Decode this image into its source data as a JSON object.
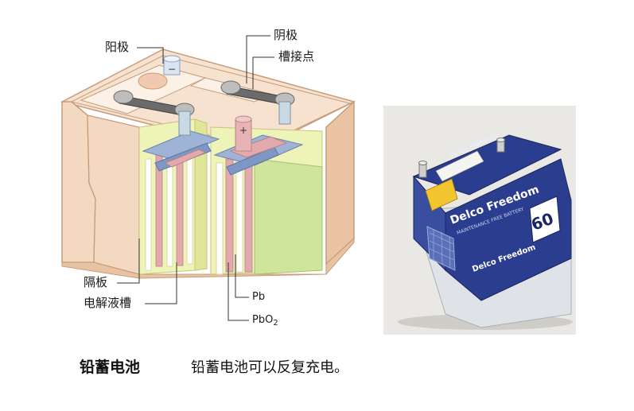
{
  "diagram": {
    "labels": {
      "anode": "阳极",
      "cathode": "阴极",
      "terminal": "槽接点",
      "separator": "隔板",
      "electrolyte_tank": "电解液槽",
      "pb": "Pb",
      "pbo2_base": "PbO",
      "pbo2_sub": "2"
    },
    "cell_symbols": {
      "minus": "−",
      "plus": "+"
    }
  },
  "photo": {
    "brand_top": "Delco Freedom",
    "brand_front": "Delco Freedom",
    "brand_side": "Delco Freedom",
    "model_number": "60",
    "subtitle": "MAINTENANCE FREE BATTERY",
    "colors": {
      "body": "#2a3d8f",
      "case": "#dfe3e8",
      "background": "#e9e8e4"
    }
  },
  "caption": {
    "title": "铅蓄电池",
    "text": "铅蓄电池可以反复充电。"
  },
  "colors": {
    "case_outer": "#f3d9c2",
    "case_edge": "#c79c7a",
    "plate_blue": "#9fb3d6",
    "plate_pink": "#e3a9ad",
    "electrolyte": "#eef3b8",
    "green_plate": "#cfe59a"
  }
}
